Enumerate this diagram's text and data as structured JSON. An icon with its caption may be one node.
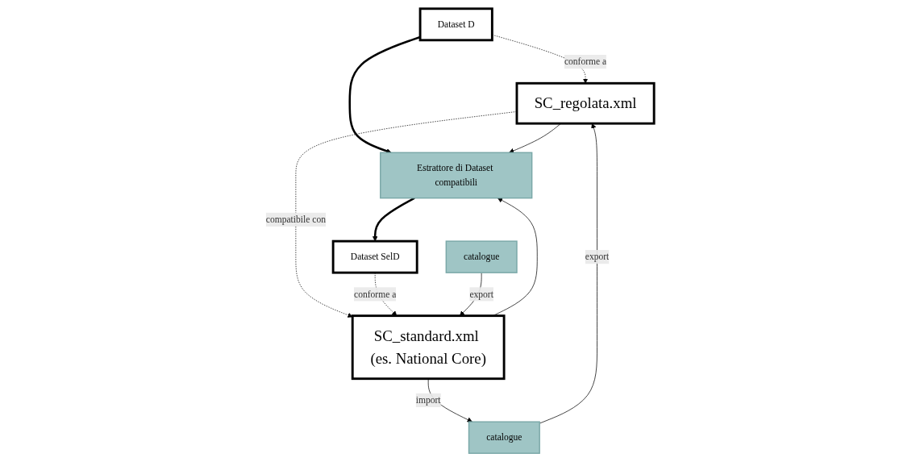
{
  "diagram": {
    "nodes": [
      {
        "text": [
          "Dataset D"
        ]
      },
      {
        "text": [
          "SC_regolata.xml"
        ]
      },
      {
        "text": [
          "catalogue"
        ]
      },
      {
        "text": [
          "Estrattore di Dataset compatibili"
        ]
      },
      {
        "text": [
          "Dataset SelD"
        ]
      },
      {
        "text": [
          "SC_standard.xml (es. National Core)"
        ]
      },
      {
        "text": [
          "catalogue"
        ]
      }
    ],
    "edges": [
      {
        "from": 0,
        "to": 1,
        "arrow": "to",
        "label": "conforme a",
        "style": "dashed"
      },
      {
        "from": 2,
        "to": 1,
        "arrow": "to",
        "label": "export"
      },
      {
        "from": 0,
        "to": 3,
        "arrow": "to",
        "style": "thick"
      },
      {
        "from": 1,
        "to": 3,
        "arrow": "to"
      },
      {
        "from": 5,
        "to": 3,
        "arrow": "to"
      },
      {
        "from": 1,
        "to": 5,
        "arrow": "to",
        "label": "compatibile con",
        "style": "dashed"
      },
      {
        "from": 5,
        "to": 2,
        "arrow": "to",
        "label": "import"
      },
      {
        "from": 3,
        "to": 4,
        "arrow": "to",
        "style": "thick"
      },
      {
        "from": 4,
        "to": 5,
        "arrow": "to",
        "label": "conforme a",
        "style": "dashed"
      },
      {
        "from": 6,
        "to": 5,
        "arrow": "to",
        "label": "export"
      }
    ]
  }
}
